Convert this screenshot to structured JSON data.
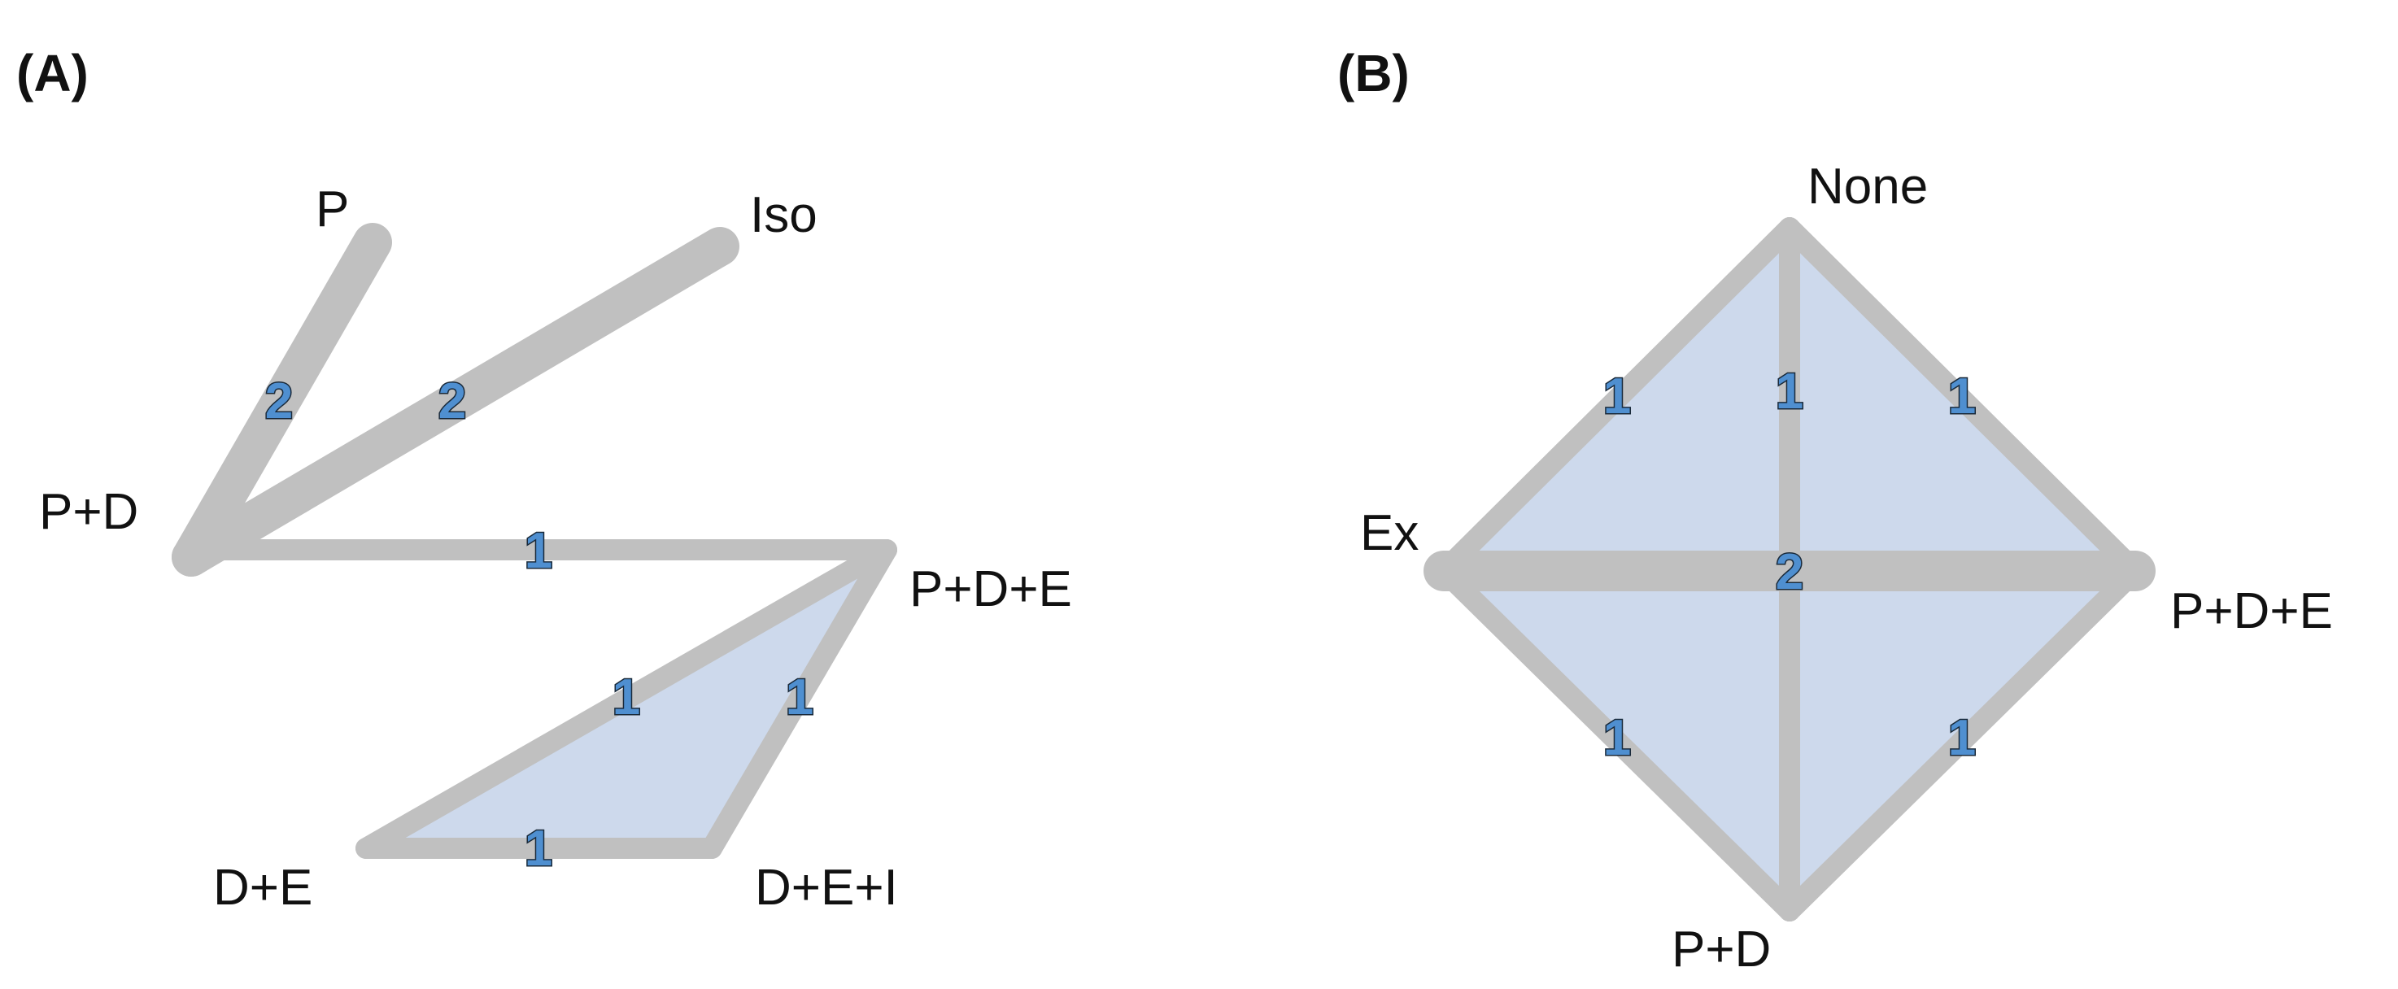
{
  "colors": {
    "edge": "#c0c0c0",
    "face": "#cdd9ec",
    "weight": "#4f8fd0",
    "text": "#111111"
  },
  "panel_a": {
    "label": "(A)",
    "nodes": {
      "p": "P",
      "iso": "Iso",
      "pd": "P+D",
      "pde": "P+D+E",
      "de": "D+E",
      "dei": "D+E+I"
    },
    "edges": [
      {
        "from": "P",
        "to": "P+D",
        "weight": "2"
      },
      {
        "from": "Iso",
        "to": "P+D",
        "weight": "2"
      },
      {
        "from": "P+D",
        "to": "P+D+E",
        "weight": "1"
      },
      {
        "from": "P+D+E",
        "to": "D+E",
        "weight": "1"
      },
      {
        "from": "P+D+E",
        "to": "D+E+I",
        "weight": "1"
      },
      {
        "from": "D+E",
        "to": "D+E+I",
        "weight": "1"
      }
    ]
  },
  "panel_b": {
    "label": "(B)",
    "nodes": {
      "none": "None",
      "ex": "Ex",
      "pde": "P+D+E",
      "pd": "P+D"
    },
    "edges": [
      {
        "from": "None",
        "to": "Ex",
        "weight": "1"
      },
      {
        "from": "None",
        "to": "P+D",
        "weight": "1"
      },
      {
        "from": "None",
        "to": "P+D+E",
        "weight": "1"
      },
      {
        "from": "Ex",
        "to": "P+D+E",
        "weight": "2"
      },
      {
        "from": "Ex",
        "to": "P+D",
        "weight": "1"
      },
      {
        "from": "P+D+E",
        "to": "P+D",
        "weight": "1"
      }
    ]
  }
}
